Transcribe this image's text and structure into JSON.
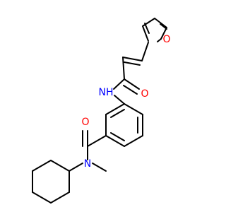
{
  "atoms": {
    "furan_o": {
      "text": "O"
    },
    "carbonyl_o_amide": {
      "text": "O"
    },
    "amide_nh": {
      "text": "NH"
    },
    "carbonyl_o_benzamide": {
      "text": "O"
    },
    "amine_n": {
      "text": "N"
    }
  },
  "colors": {
    "bond": "#000000",
    "oxygen": "#ff0000",
    "nitrogen": "#0000ff",
    "background": "#ffffff"
  }
}
